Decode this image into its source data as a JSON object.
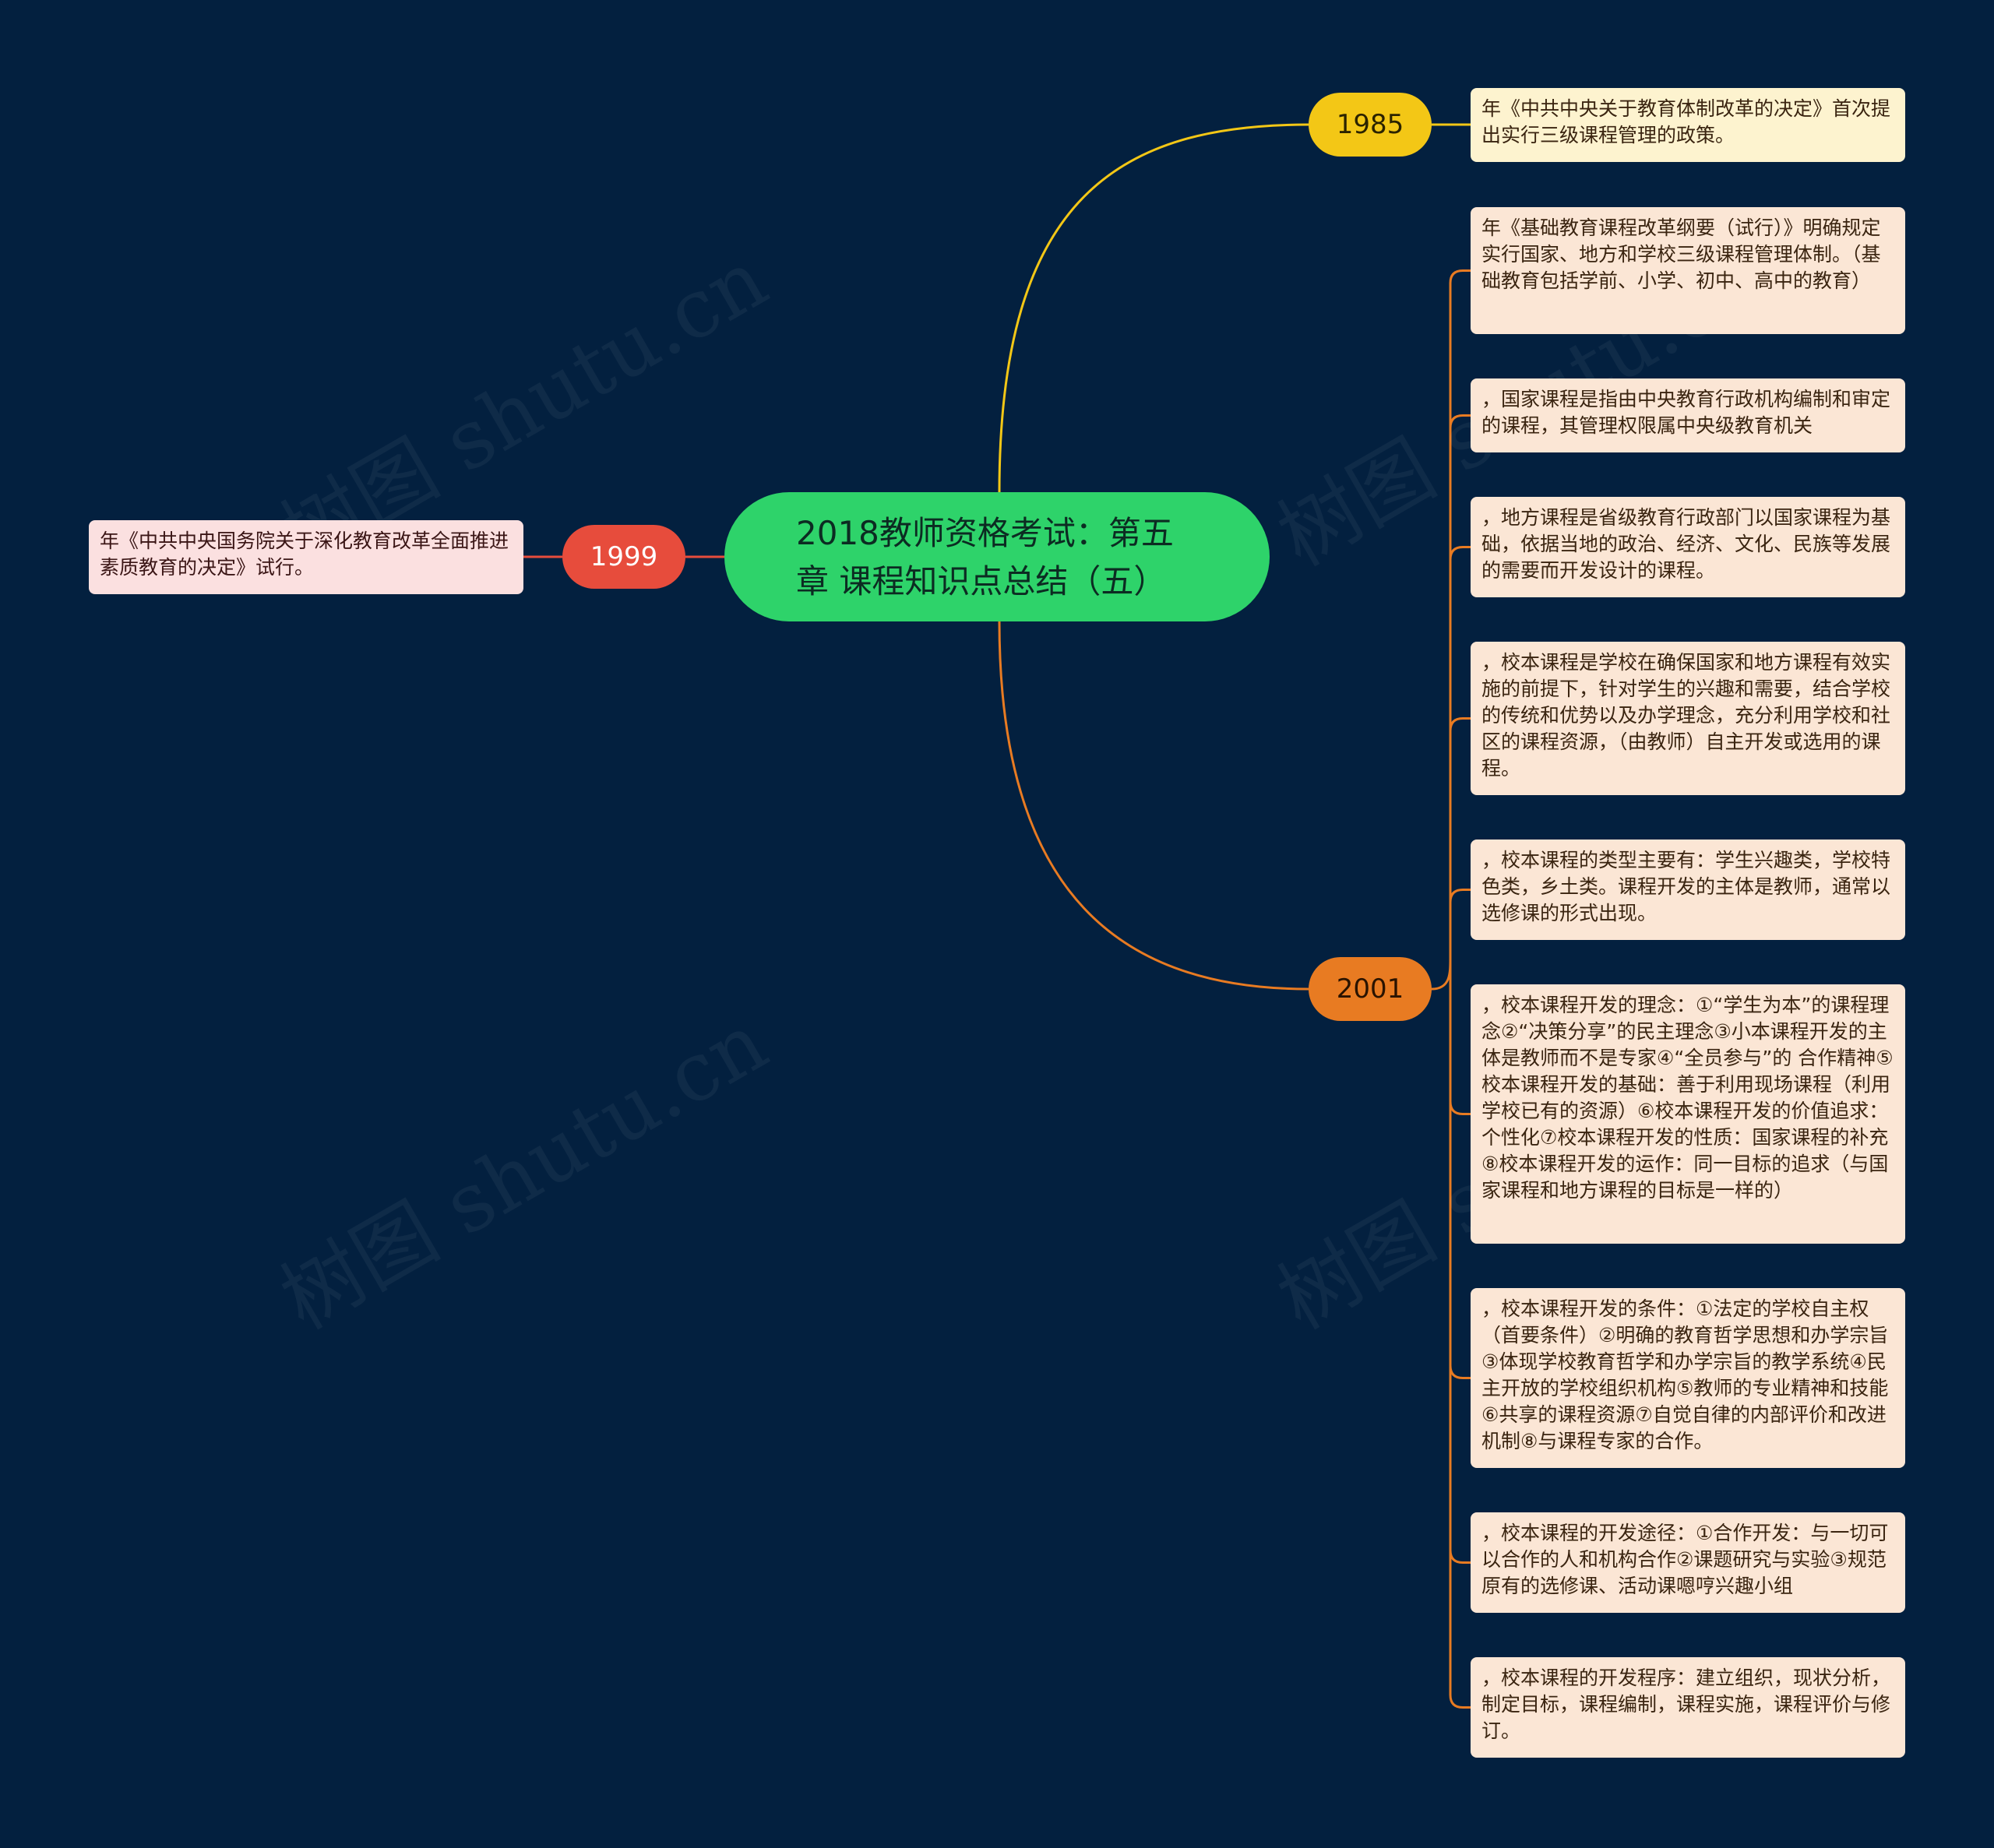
{
  "watermark": "树图 shutu.cn",
  "root": {
    "title": "2018教师资格考试：第五章 课程知识点总结（五）",
    "color": "#2ed36a"
  },
  "branches": [
    {
      "year": "1985",
      "color": "#f3c716",
      "notes": [
        "年《中共中央关于教育体制改革的决定》首次提出实行三级课程管理的政策。"
      ]
    },
    {
      "year": "2001",
      "color": "#e87b22",
      "notes": [
        "年《基础教育课程改革纲要（试行）》明确规定实行国家、地方和学校三级课程管理体制。（基础教育包括学前、小学、初中、高中的教育）",
        "，国家课程是指由中央教育行政机构编制和审定的课程，其管理权限属中央级教育机关",
        "，地方课程是省级教育行政部门以国家课程为基础，依据当地的政治、经济、文化、民族等发展的需要而开发设计的课程。",
        "，校本课程是学校在确保国家和地方课程有效实施的前提下，针对学生的兴趣和需要，结合学校的传统和优势以及办学理念，充分利用学校和社区的课程资源，（由教师）自主开发或选用的课程。",
        "，校本课程的类型主要有：学生兴趣类，学校特色类，乡土类。课程开发的主体是教师，通常以选修课的形式出现。",
        "，校本课程开发的理念：①“学生为本”的课程理念②“决策分享”的民主理念③小本课程开发的主体是教师而不是专家④“全员参与”的 合作精神⑤校本课程开发的基础：善于利用现场课程（利用学校已有的资源）⑥校本课程开发的价值追求：个性化⑦校本课程开发的性质：国家课程的补充⑧校本课程开发的运作：同一目标的追求（与国家课程和地方课程的目标是一样的）",
        "，校本课程开发的条件：①法定的学校自主权（首要条件）②明确的教育哲学思想和办学宗旨③体现学校教育哲学和办学宗旨的教学系统④民主开放的学校组织机构⑤教师的专业精神和技能⑥共享的课程资源⑦自觉自律的内部评价和改进机制⑧与课程专家的合作。",
        "，校本课程的开发途径：①合作开发：与一切可以合作的人和机构合作②课题研究与实验③规范原有的选修课、活动课嗯哼兴趣小组",
        "，校本课程的开发程序：建立组织，现状分析，制定目标，课程编制，课程实施，课程评价与修订。"
      ]
    },
    {
      "year": "1999",
      "color": "#e74c3c",
      "notes": [
        "年《中共中央国务院关于深化教育改革全面推进素质教育的决定》试行。"
      ]
    }
  ]
}
